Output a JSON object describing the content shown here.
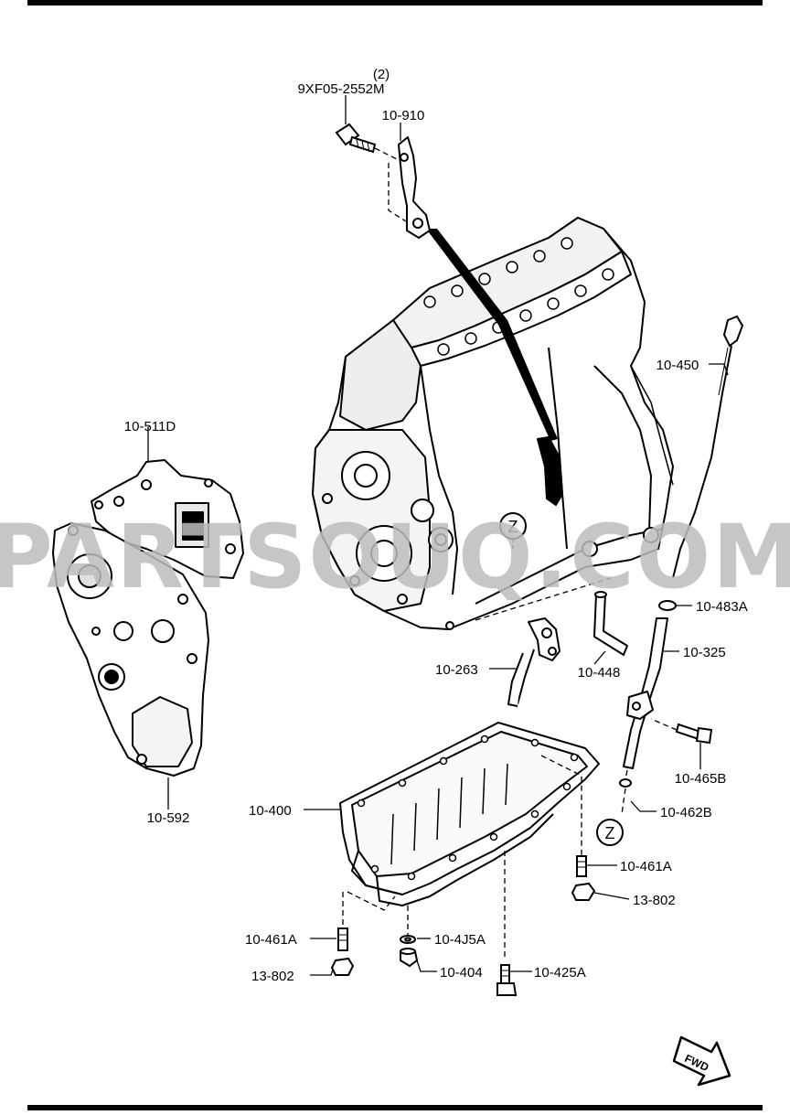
{
  "watermark": "PARTSOUQ.COM",
  "fwd_label": "FWD",
  "ref_marker": "Z",
  "labels": {
    "bolt_qty": "(2)",
    "bolt_part": "9XF05-2552M",
    "p10_910": "10-910",
    "p10_450": "10-450",
    "p10_511D": "10-511D",
    "p10_483A": "10-483A",
    "p10_325": "10-325",
    "p10_263": "10-263",
    "p10_448": "10-448",
    "p10_465B": "10-465B",
    "p10_462B": "10-462B",
    "p10_592": "10-592",
    "p10_400": "10-400",
    "p10_461A_r": "10-461A",
    "p13_802_r": "13-802",
    "p10_461A_l": "10-461A",
    "p10_4J5A": "10-4J5A",
    "p13_802_l": "13-802",
    "p10_404": "10-404",
    "p10_425A": "10-425A"
  }
}
